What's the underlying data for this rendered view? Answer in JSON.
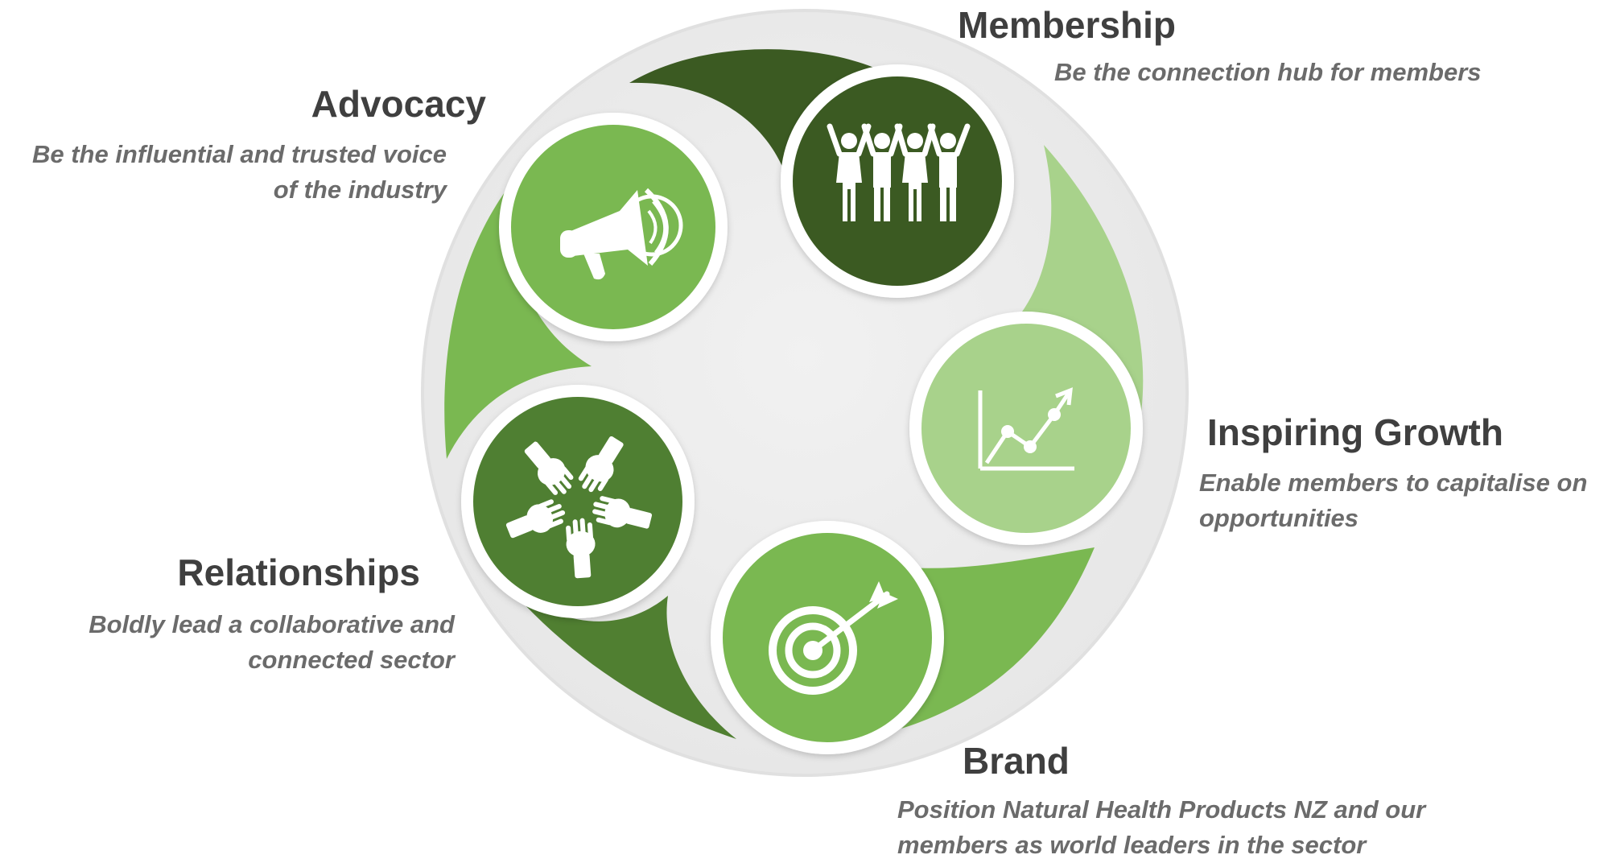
{
  "colors": {
    "dark_green": "#3b5a22",
    "mid_green": "#507f31",
    "green": "#7ab851",
    "light_green": "#a8d28b",
    "ring_grey": "#eeeeee",
    "title_text": "#3f3f3f",
    "desc_text": "#6b6b6b"
  },
  "pillars": [
    {
      "key": "membership",
      "title": "Membership",
      "desc_lines": [
        "Be the connection hub for members"
      ],
      "icon": "people-group-icon",
      "color": "dark_green"
    },
    {
      "key": "advocacy",
      "title": "Advocacy",
      "desc_lines": [
        "Be the influential and trusted voice",
        "of the industry"
      ],
      "icon": "megaphone-icon",
      "color": "green"
    },
    {
      "key": "inspiring_growth",
      "title": "Inspiring Growth",
      "desc_lines": [
        "Enable members to capitalise on",
        "opportunities"
      ],
      "icon": "growth-chart-icon",
      "color": "light_green"
    },
    {
      "key": "relationships",
      "title": "Relationships",
      "desc_lines": [
        "Boldly lead a collaborative and",
        "connected sector"
      ],
      "icon": "hands-together-icon",
      "color": "mid_green"
    },
    {
      "key": "brand",
      "title": "Brand",
      "desc_lines": [
        "Position Natural Health Products NZ and our",
        "members as world leaders in the sector"
      ],
      "icon": "target-arrow-icon",
      "color": "green"
    }
  ]
}
